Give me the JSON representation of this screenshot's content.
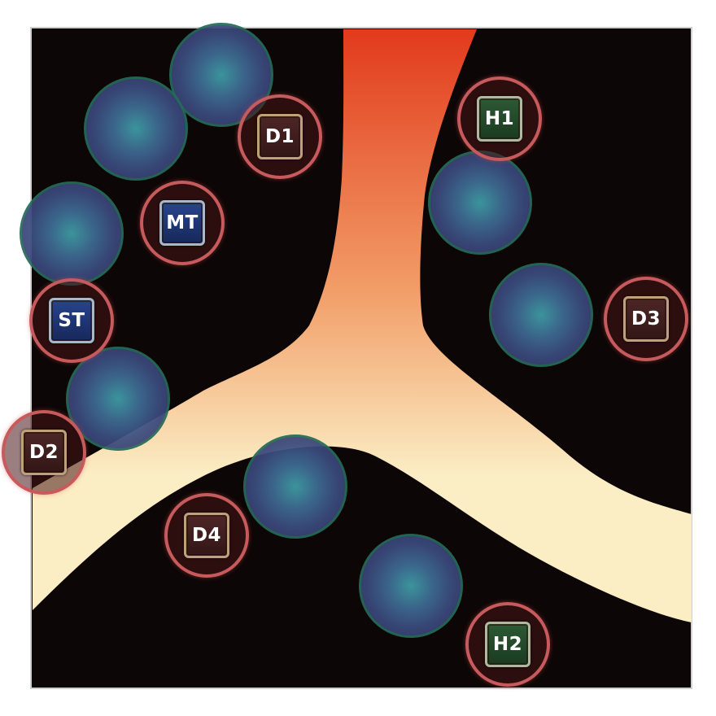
{
  "arena": {
    "floor_color": "#0d0606",
    "border_color": "#cfcfcf",
    "flow_colors": {
      "top": "#e23a1c",
      "middle": "#f2a06a",
      "bottom": "#fbedc4"
    }
  },
  "orbs": [
    {
      "id": "orb-1"
    },
    {
      "id": "orb-2"
    },
    {
      "id": "orb-3"
    },
    {
      "id": "orb-4"
    },
    {
      "id": "orb-5"
    },
    {
      "id": "orb-6"
    },
    {
      "id": "orb-7"
    },
    {
      "id": "orb-8"
    },
    {
      "id": "orb-9"
    }
  ],
  "markers": [
    {
      "label": "D1",
      "role": "dps"
    },
    {
      "label": "H1",
      "role": "healer"
    },
    {
      "label": "MT",
      "role": "tank"
    },
    {
      "label": "ST",
      "role": "tank"
    },
    {
      "label": "D3",
      "role": "dps"
    },
    {
      "label": "D2",
      "role": "dps"
    },
    {
      "label": "D4",
      "role": "dps"
    },
    {
      "label": "H2",
      "role": "healer"
    }
  ],
  "role_colors": {
    "tank": "#1f3a7a",
    "healer": "#244a2c",
    "dps": "#3f1e1e",
    "marker_ring": "#c75a5c",
    "orb_ring": "#256b58"
  }
}
